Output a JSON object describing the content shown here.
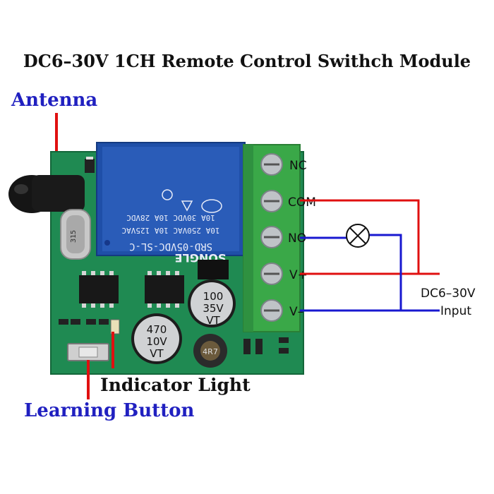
{
  "title": "DC6–30V 1CH Remote Control Swithch Module",
  "callouts": {
    "antenna": "Antenna",
    "indicator": "Indicator Light",
    "learning": "Learning Button"
  },
  "terminals": [
    "NC",
    "COM",
    "NO",
    "V+",
    "V–"
  ],
  "power": {
    "voltage": "DC6–30V",
    "input": "Input"
  },
  "relay": {
    "model": "SRD-05VDC-SL-C",
    "rating1": "10A 250VAC  10A 125VAC",
    "rating2": "10A 30VDC  10A 28VDC",
    "brand": "SONGLE"
  },
  "capacitors": {
    "cap1": {
      "value": "100",
      "voltage": "35V",
      "series": "VT"
    },
    "cap2": {
      "value": "470",
      "voltage": "10V",
      "series": "VT"
    }
  },
  "inductor": "4R7",
  "crystal": "315",
  "colors": {
    "pcb": "#1f8a52",
    "relay": "#1f4fa8",
    "terminal_block": "#3aa848",
    "callout_blue": "#2020c0",
    "wire_red": "#e01010",
    "wire_blue": "#1818d0"
  }
}
